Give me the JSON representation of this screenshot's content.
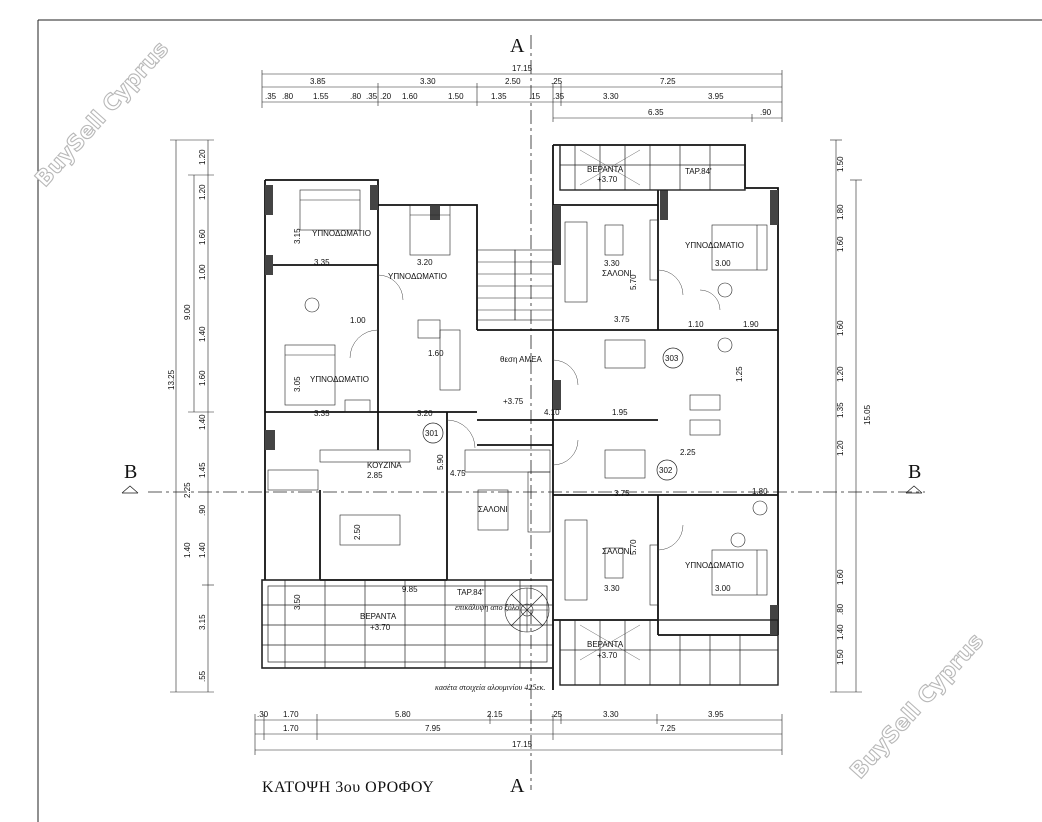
{
  "title": "ΚΑΤΟΨΗ 3ου ΟΡΟΦΟΥ",
  "watermark": "BuySell Cyprus",
  "section_labels": {
    "a": "A",
    "b": "B"
  },
  "units": {
    "301": "301",
    "302": "302",
    "303": "303"
  },
  "rooms": {
    "bedroom": "ΥΠΝΟΔΩΜΑΤΙΟ",
    "living": "ΣΑΛΟΝΙ",
    "kitchen": "ΚΟΥΖΙΝΑ",
    "veranda": "ΒΕΡΑΝΤΑ",
    "tap": "ΤΑΡ.84'",
    "tap2": "ΤΑΡ.84'",
    "ac": "θεση ΑΜΕΑ",
    "epikalypsi": "επικάλυψη απο ξύλο",
    "kaseta": "κασέτα στοιχεία αλουμινίου 425εκ."
  },
  "levels": {
    "main": "+3.75",
    "veranda": "+3.70"
  },
  "dims": {
    "top_total": "17.15",
    "top_row1": [
      "3.85",
      "3.30",
      "2.50",
      ".25",
      "7.25"
    ],
    "top_row2": [
      ".35",
      ".80",
      "1.55",
      ".80",
      ".35",
      ".20",
      "1.60",
      "1.50",
      "1.35",
      ".15",
      ".35",
      "3.30",
      "3.95"
    ],
    "top_row3": [
      "6.35",
      ".90"
    ],
    "bottom_row1": [
      ".30",
      "1.70",
      "5.80",
      "2.15",
      ".25",
      "3.30",
      "3.95"
    ],
    "bottom_row2": [
      "1.70",
      "7.95",
      "7.25"
    ],
    "bottom_total": "17.15",
    "left_outer": [
      "9.00",
      "13.25",
      "3.15"
    ],
    "left_inner": [
      "1.20",
      "1.20",
      "1.60",
      "1.00",
      "1.40",
      "1.60",
      "1.40",
      "1.45",
      "2.25",
      ".90",
      "1.40",
      "1.40",
      ".55"
    ],
    "right_inner": [
      "1.50",
      "1.80",
      "1.60",
      "1.20",
      "1.35",
      "1.20",
      "1.60",
      "1.50",
      "1.60",
      ".80",
      "1.40"
    ],
    "right_outer": [
      "15.05"
    ],
    "interior": [
      "3.35",
      "3.20",
      "3.35",
      "3.20",
      "3.30",
      "3.00",
      "3.75",
      "3.75",
      "3.30",
      "3.00",
      "4.10",
      "1.95",
      "4.75",
      "2.85",
      "2.50",
      "5.90",
      "5.70",
      "5.70",
      "2.25",
      "3.05",
      "3.15",
      "9.85",
      "3.50",
      "1.00",
      "1.60",
      "1.10",
      "1.25",
      "1.80",
      "1.90"
    ]
  }
}
